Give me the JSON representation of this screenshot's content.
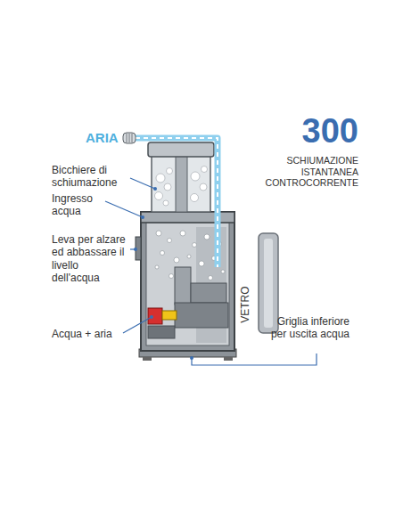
{
  "diagram": {
    "labels": [
      "ARIA",
      "300",
      "SCHIUMAZIONE ISTANTANEA CONTROCORRENTE",
      "Bicchiere di schiumazione",
      "Ingresso acqua",
      "Leva per alzare ed abbassare il livello dell'acqua",
      "Acqua + aria",
      "VETRO",
      "Griglia inferiore per uscita acqua"
    ]
  }
}
